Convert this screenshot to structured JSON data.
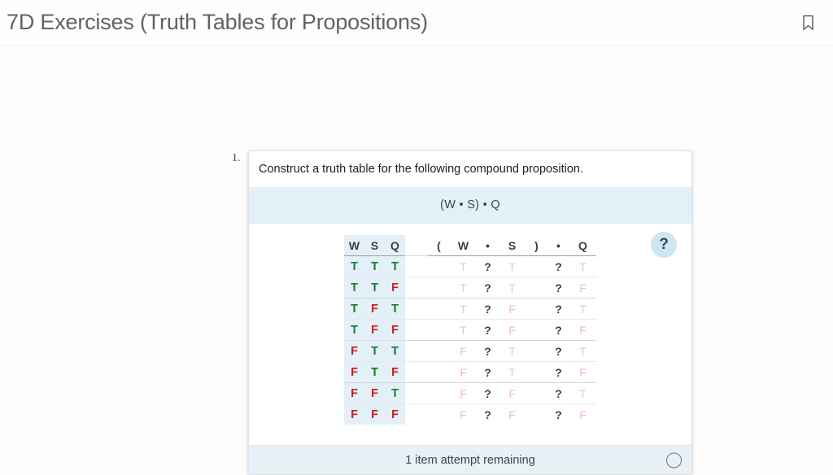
{
  "header": {
    "title": "7D Exercises (Truth Tables for Propositions)",
    "bookmark_icon": "bookmark-icon"
  },
  "exercise": {
    "number_label": "1.",
    "prompt": "Construct a truth table for the following compound proposition.",
    "proposition": "(W • S) • Q",
    "help_badge_label": "?"
  },
  "truth_table": {
    "reference_headers": [
      "W",
      "S",
      "Q"
    ],
    "expression_headers": [
      "(",
      "W",
      "•",
      "S",
      ")",
      "•",
      "Q"
    ],
    "rows": [
      {
        "reference": [
          "T",
          "T",
          "T"
        ],
        "expression": [
          "",
          "T",
          "?",
          "T",
          "",
          "?",
          "T"
        ]
      },
      {
        "reference": [
          "T",
          "T",
          "F"
        ],
        "expression": [
          "",
          "T",
          "?",
          "T",
          "",
          "?",
          "F"
        ]
      },
      {
        "reference": [
          "T",
          "F",
          "T"
        ],
        "expression": [
          "",
          "T",
          "?",
          "F",
          "",
          "?",
          "T"
        ]
      },
      {
        "reference": [
          "T",
          "F",
          "F"
        ],
        "expression": [
          "",
          "T",
          "?",
          "F",
          "",
          "?",
          "F"
        ]
      },
      {
        "reference": [
          "F",
          "T",
          "T"
        ],
        "expression": [
          "",
          "F",
          "?",
          "T",
          "",
          "?",
          "T"
        ]
      },
      {
        "reference": [
          "F",
          "T",
          "F"
        ],
        "expression": [
          "",
          "F",
          "?",
          "T",
          "",
          "?",
          "F"
        ]
      },
      {
        "reference": [
          "F",
          "F",
          "T"
        ],
        "expression": [
          "",
          "F",
          "?",
          "F",
          "",
          "?",
          "T"
        ]
      },
      {
        "reference": [
          "F",
          "F",
          "F"
        ],
        "expression": [
          "",
          "F",
          "?",
          "F",
          "",
          "?",
          "F"
        ]
      }
    ]
  },
  "footer": {
    "attempts_text": "1 item attempt remaining",
    "submit_icon": "circle-outline-icon"
  },
  "colors": {
    "true_value": "#1b7a33",
    "false_value": "#cc1b1b",
    "true_value_faded": "#b9ddc0",
    "false_value_faded": "#f3b9bb",
    "banner_background": "#e3f0f7",
    "footer_background": "#e8f1f8",
    "help_badge_background": "#cfe7f2",
    "title_text": "#5f6368"
  }
}
